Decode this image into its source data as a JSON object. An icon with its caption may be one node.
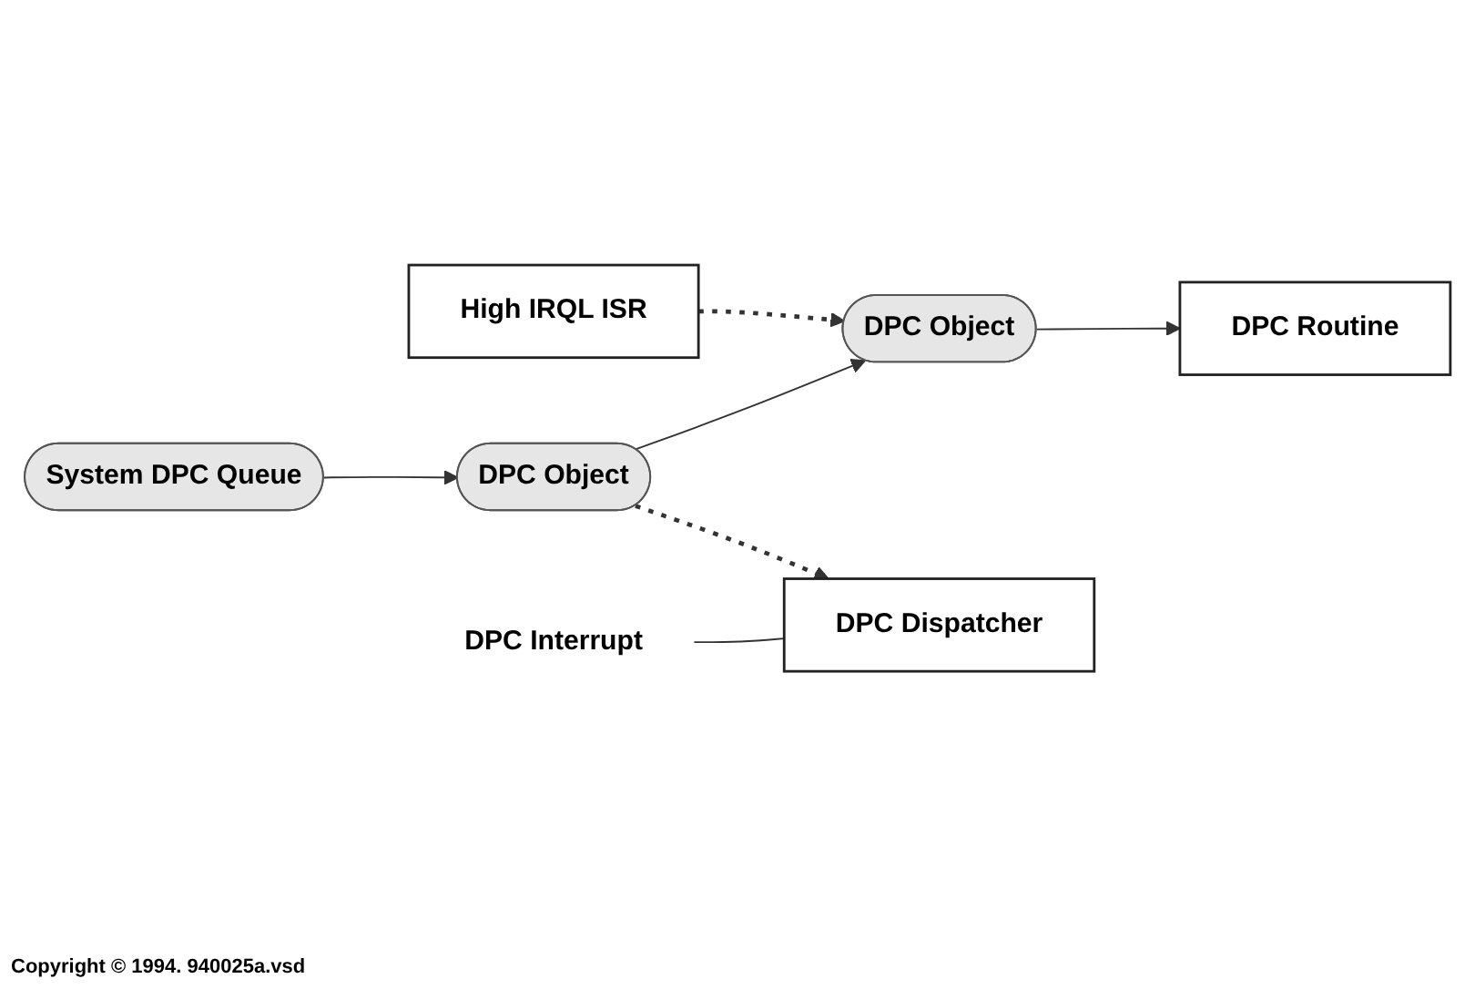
{
  "diagram": {
    "caption": "Copyright © 1994. 940025a.vsd",
    "nodes": [
      {
        "text": [
          "High IRQL ISR"
        ]
      },
      {
        "text": [
          "DPC Interrupt"
        ]
      },
      {
        "text": [
          "System DPC Queue"
        ]
      },
      {
        "text": [
          "DPC Object"
        ]
      },
      {
        "text": [
          "DPC Object"
        ]
      },
      {
        "text": [
          "DPC Dispatcher"
        ]
      },
      {
        "text": [
          "DPC Routine"
        ]
      }
    ],
    "edges": [
      {
        "from": 0,
        "to": 4,
        "arrow": "to",
        "style": "dashed"
      },
      {
        "from": 2,
        "to": 3,
        "arrow": "to"
      },
      {
        "from": 3,
        "to": 4,
        "arrow": "to"
      },
      {
        "from": 3,
        "to": 5,
        "arrow": "to",
        "style": "dashed"
      },
      {
        "from": 4,
        "to": 6,
        "arrow": "to"
      },
      {
        "from": 1,
        "to": 5,
        "arrow": "none"
      }
    ]
  }
}
